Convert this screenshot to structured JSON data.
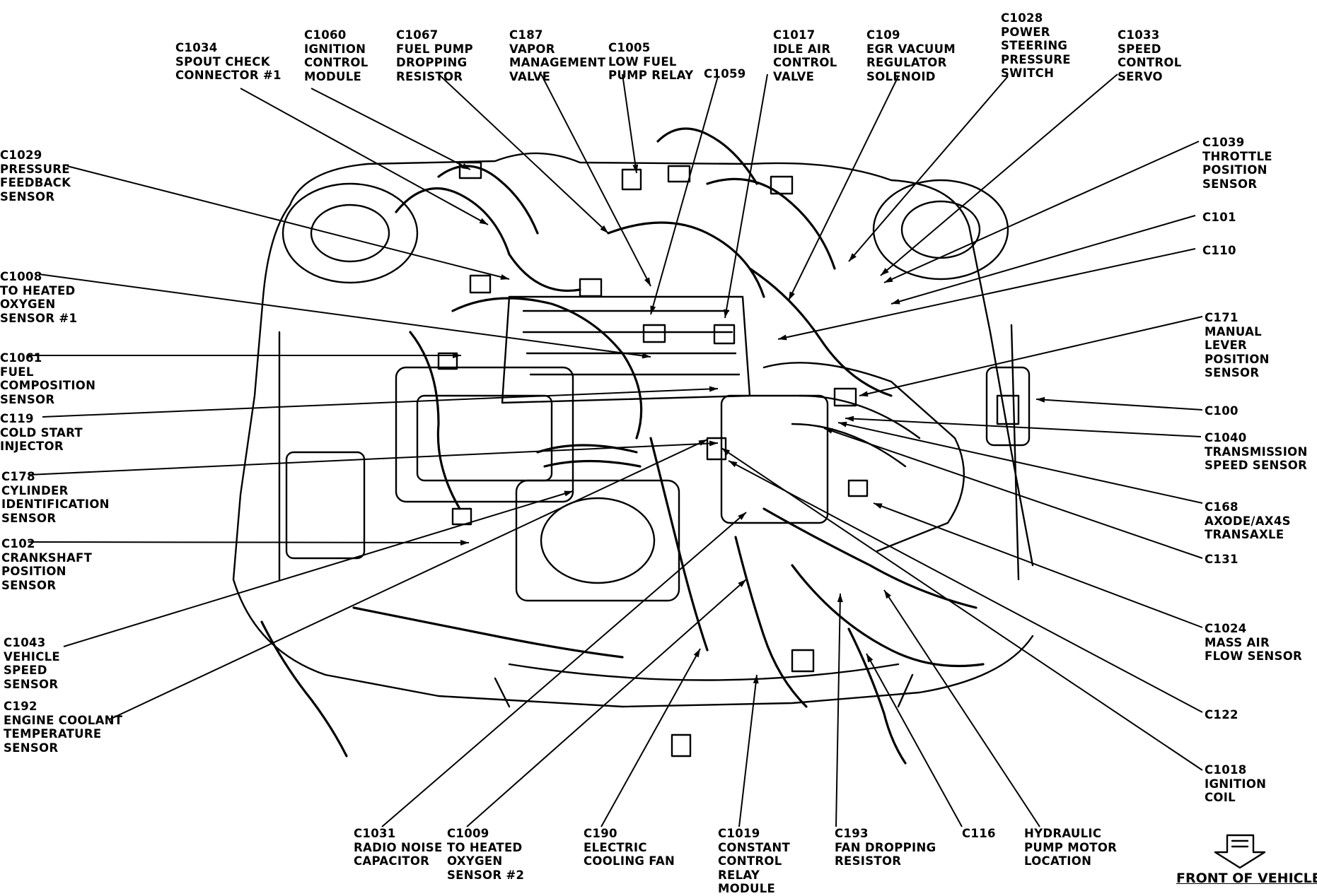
{
  "front_label": "FRONT OF VEHICLE",
  "labels": [
    {
      "text": "C1034\nSPOUT CHECK\nCONNECTOR #1"
    },
    {
      "text": "C1060\nIGNITION\nCONTROL\nMODULE"
    },
    {
      "text": "C1067\nFUEL PUMP\nDROPPING\nRESISTOR"
    },
    {
      "text": "C187\nVAPOR\nMANAGEMENT\nVALVE"
    },
    {
      "text": "C1005\nLOW FUEL\nPUMP RELAY"
    },
    {
      "text": "C1059"
    },
    {
      "text": "C1017\nIDLE AIR\nCONTROL\nVALVE"
    },
    {
      "text": "C109\nEGR VACUUM\nREGULATOR\nSOLENOID"
    },
    {
      "text": "C1028\nPOWER\nSTEERING\nPRESSURE\nSWITCH"
    },
    {
      "text": "C1033\nSPEED\nCONTROL\nSERVO"
    },
    {
      "text": "C1029\nPRESSURE\nFEEDBACK\nSENSOR"
    },
    {
      "text": "C1008\nTO HEATED\nOXYGEN\nSENSOR #1"
    },
    {
      "text": "C1061\nFUEL\nCOMPOSITION\nSENSOR"
    },
    {
      "text": "C119\nCOLD START\nINJECTOR"
    },
    {
      "text": "C178\nCYLINDER\nIDENTIFICATION\nSENSOR"
    },
    {
      "text": "C102\nCRANKSHAFT\nPOSITION\nSENSOR"
    },
    {
      "text": "C1043\nVEHICLE\nSPEED\nSENSOR"
    },
    {
      "text": "C192\nENGINE COOLANT\nTEMPERATURE\nSENSOR"
    },
    {
      "text": "C1039\nTHROTTLE\nPOSITION\nSENSOR"
    },
    {
      "text": "C101"
    },
    {
      "text": "C110"
    },
    {
      "text": "C171\nMANUAL\nLEVER\nPOSITION\nSENSOR"
    },
    {
      "text": "C100"
    },
    {
      "text": "C1040\nTRANSMISSION\nSPEED SENSOR"
    },
    {
      "text": "C168\nAXODE/AX4S\nTRANSAXLE"
    },
    {
      "text": "C131"
    },
    {
      "text": "C1024\nMASS AIR\nFLOW SENSOR"
    },
    {
      "text": "C122"
    },
    {
      "text": "C1018\nIGNITION\nCOIL"
    },
    {
      "text": "C1031\nRADIO NOISE\nCAPACITOR"
    },
    {
      "text": "C1009\nTO HEATED\nOXYGEN\nSENSOR #2"
    },
    {
      "text": "C190\nELECTRIC\nCOOLING FAN"
    },
    {
      "text": "C1019\nCONSTANT\nCONTROL\nRELAY\nMODULE"
    },
    {
      "text": "C193\nFAN DROPPING\nRESISTOR"
    },
    {
      "text": "C116"
    },
    {
      "text": "HYDRAULIC\nPUMP MOTOR\nLOCATION"
    }
  ]
}
